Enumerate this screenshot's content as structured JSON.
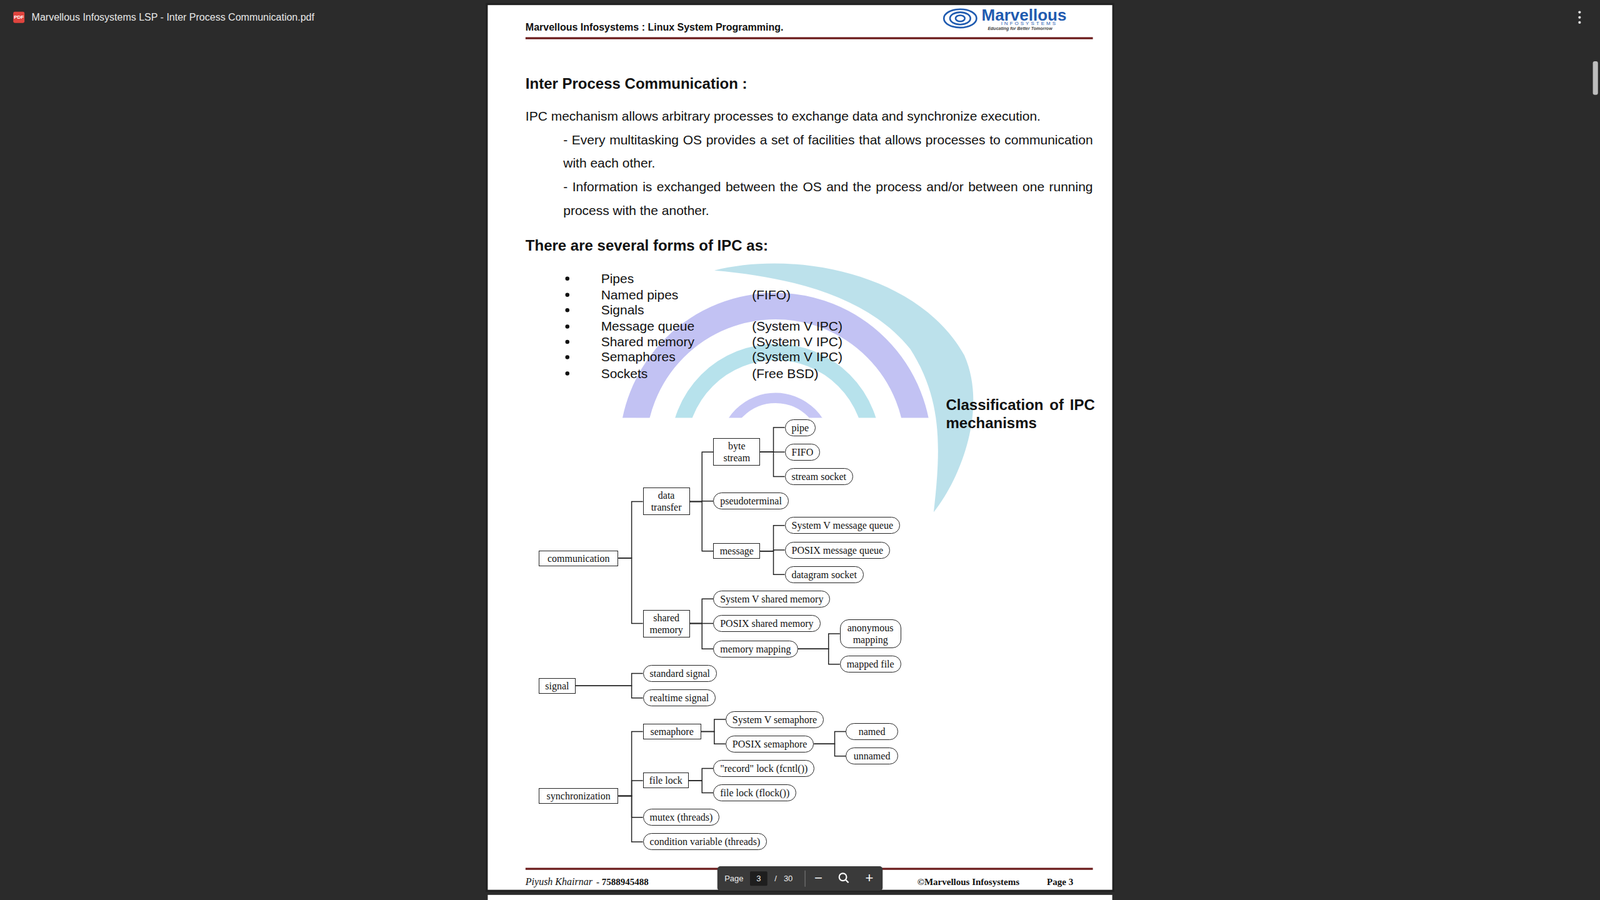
{
  "diagram": {
    "title": "Inter Process Communication :",
    "nodes": [
      {
        "text": [
          "communication"
        ]
      },
      {
        "text": [
          "data transfer"
        ]
      },
      {
        "text": [
          "byte stream"
        ]
      },
      {
        "text": [
          "pipe"
        ]
      },
      {
        "text": [
          "FIFO"
        ]
      },
      {
        "text": [
          "stream socket"
        ]
      },
      {
        "text": [
          "pseudoterminal"
        ]
      },
      {
        "text": [
          "message"
        ]
      },
      {
        "text": [
          "System V message queue"
        ]
      },
      {
        "text": [
          "POSIX message queue"
        ]
      },
      {
        "text": [
          "datagram socket"
        ]
      },
      {
        "text": [
          "shared memory"
        ]
      },
      {
        "text": [
          "System V shared memory"
        ]
      },
      {
        "text": [
          "POSIX shared memory"
        ]
      },
      {
        "text": [
          "memory mapping"
        ]
      },
      {
        "text": [
          "anonymous mapping"
        ]
      },
      {
        "text": [
          "mapped file"
        ]
      },
      {
        "text": [
          "signal"
        ]
      },
      {
        "text": [
          "standard signal"
        ]
      },
      {
        "text": [
          "realtime signal"
        ]
      },
      {
        "text": [
          "synchronization"
        ]
      },
      {
        "text": [
          "semaphore"
        ]
      },
      {
        "text": [
          "System V semaphore"
        ]
      },
      {
        "text": [
          "POSIX semaphore"
        ]
      },
      {
        "text": [
          "named"
        ]
      },
      {
        "text": [
          "unnamed"
        ]
      },
      {
        "text": [
          "file lock"
        ]
      },
      {
        "text": [
          "\"record\" lock (fcntl())"
        ]
      },
      {
        "text": [
          "file lock (flock())"
        ]
      },
      {
        "text": [
          "mutex (threads)"
        ]
      },
      {
        "text": [
          "condition variable (threads)"
        ]
      }
    ],
    "edges": [
      {
        "from": 0,
        "to": 1,
        "arrow": "none"
      },
      {
        "from": 0,
        "to": 11,
        "arrow": "none"
      },
      {
        "from": 1,
        "to": 2,
        "arrow": "none"
      },
      {
        "from": 1,
        "to": 6,
        "arrow": "none"
      },
      {
        "from": 1,
        "to": 7,
        "arrow": "none"
      },
      {
        "from": 2,
        "to": 3,
        "arrow": "none"
      },
      {
        "from": 2,
        "to": 4,
        "arrow": "none"
      },
      {
        "from": 2,
        "to": 5,
        "arrow": "none"
      },
      {
        "from": 7,
        "to": 8,
        "arrow": "none"
      },
      {
        "from": 7,
        "to": 9,
        "arrow": "none"
      },
      {
        "from": 7,
        "to": 10,
        "arrow": "none"
      },
      {
        "from": 11,
        "to": 12,
        "arrow": "none"
      },
      {
        "from": 11,
        "to": 13,
        "arrow": "none"
      },
      {
        "from": 11,
        "to": 14,
        "arrow": "none"
      },
      {
        "from": 14,
        "to": 15,
        "arrow": "none"
      },
      {
        "from": 14,
        "to": 16,
        "arrow": "none"
      },
      {
        "from": 17,
        "to": 18,
        "arrow": "none"
      },
      {
        "from": 17,
        "to": 19,
        "arrow": "none"
      },
      {
        "from": 20,
        "to": 21,
        "arrow": "none"
      },
      {
        "from": 20,
        "to": 26,
        "arrow": "none"
      },
      {
        "from": 20,
        "to": 29,
        "arrow": "none"
      },
      {
        "from": 20,
        "to": 30,
        "arrow": "none"
      },
      {
        "from": 21,
        "to": 22,
        "arrow": "none"
      },
      {
        "from": 21,
        "to": 23,
        "arrow": "none"
      },
      {
        "from": 23,
        "to": 24,
        "arrow": "none"
      },
      {
        "from": 23,
        "to": 25,
        "arrow": "none"
      },
      {
        "from": 26,
        "to": 27,
        "arrow": "none"
      },
      {
        "from": 26,
        "to": 28,
        "arrow": "none"
      }
    ],
    "labels": [
      "PDF",
      "Marvellous Infosystems LSP - Inter Process Communication.pdf",
      "Marvellous Infosystems : Linux System Programming.",
      "Marvellous",
      "INFOSYSTEMS",
      "Educating for Better Tomorrow",
      "IPC mechanism allows arbitrary processes to exchange data and synchronize execution.",
      "- Every multitasking OS provides a set of facilities that allows processes to communication with each other.",
      "- Information is exchanged between the OS and the process and/or between one running process with the another.",
      "There are several forms of IPC as:",
      "Pipes",
      "Named pipes",
      "(FIFO)",
      "Signals",
      "Message queue",
      "(System V IPC)",
      "Shared memory",
      "(System V IPC)",
      "Semaphores",
      "(System V IPC)",
      "Sockets",
      "(Free BSD)",
      "Classification of IPC mechanisms",
      "Piyush Khairnar",
      "- 7588945488",
      "©Marvellous Infosystems",
      "Page 3",
      "Page",
      "3",
      "/",
      "30",
      "−",
      "+"
    ]
  }
}
